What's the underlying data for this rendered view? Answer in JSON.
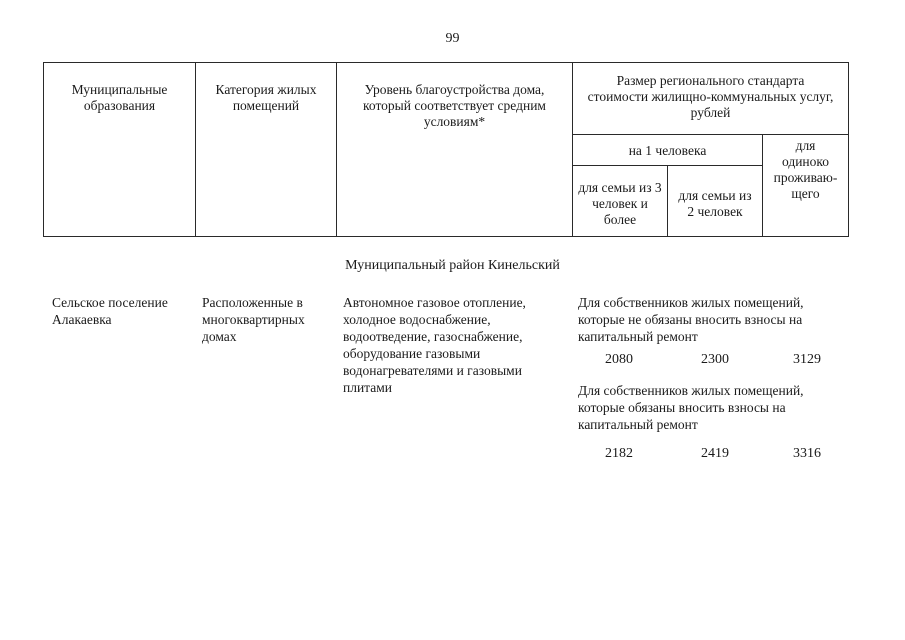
{
  "page": {
    "number": "99"
  },
  "table_header": {
    "col_municipal": "Муниципальные образования",
    "col_category": "Категория жилых помещений",
    "col_level": "Уровень благоустройства дома, который соответствует средним условиям*",
    "col_size": "Размер регионального стандарта стоимости жилищно-коммунальных услуг, рублей",
    "per_person": "на 1 человека",
    "single": "для одиноко проживаю-щего",
    "family3": "для семьи из 3 человек и более",
    "family2": "для семьи из 2 человек"
  },
  "section": {
    "title": "Муниципальный район Кинельский"
  },
  "rows": [
    {
      "municipal": "Сельское поселение Алакаевка",
      "category": "Расположенные в многоквартирных домах",
      "level": "Автономное газовое отопление, холодное водоснабжение, водоотведение, газоснабжение, оборудование газовыми водонагревателями и газовыми плитами",
      "groups": [
        {
          "label": "Для собственников жилых помещений, которые не обязаны вносить взносы на капитальный ремонт",
          "family3": "2080",
          "family2": "2300",
          "single": "3129"
        },
        {
          "label": "Для собственников жилых помещений, которые обязаны вносить взносы на капитальный ремонт",
          "family3": "2182",
          "family2": "2419",
          "single": "3316"
        }
      ]
    }
  ]
}
